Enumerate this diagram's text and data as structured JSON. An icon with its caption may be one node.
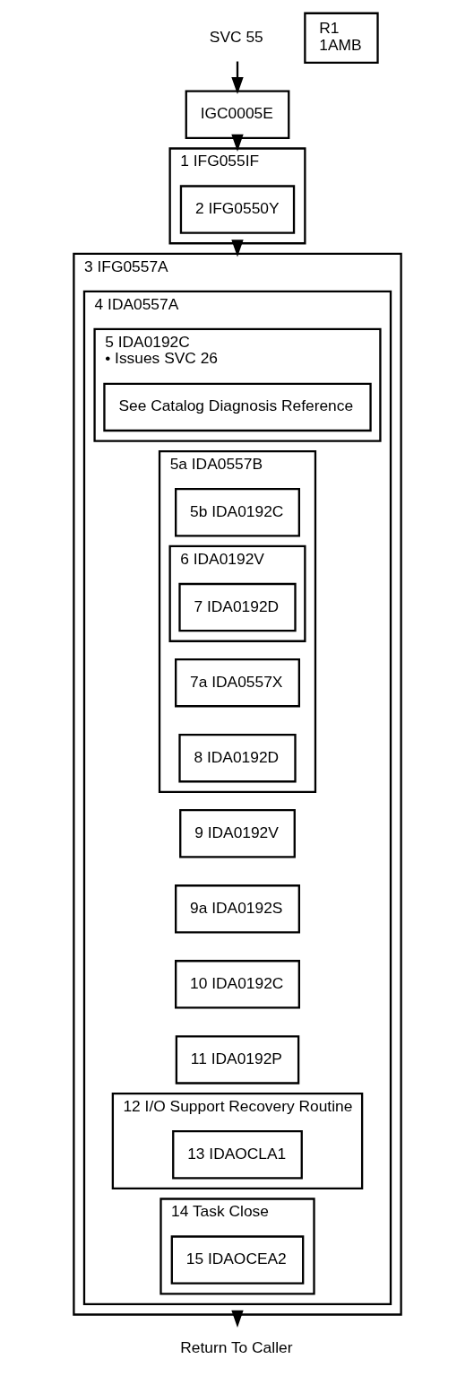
{
  "diagram": {
    "nodes": [
      {
        "text": [
          "SVC 55"
        ]
      },
      {
        "text": [
          "IGC0005E"
        ]
      },
      {
        "text": [
          "R1",
          "1AMB"
        ]
      },
      {
        "text": [
          "1 IFG055IF"
        ]
      },
      {
        "text": [
          "2 IFG0550Y"
        ],
        "in": 3
      },
      {
        "text": [
          "3 IFG0557A"
        ]
      },
      {
        "text": [
          "4 IDA0557A"
        ],
        "in": 5
      },
      {
        "text": [
          "5 IDA0192C",
          "• Issues SVC 26"
        ],
        "in": 6
      },
      {
        "text": [
          "See Catalog Diagnosis Reference"
        ],
        "in": 7
      },
      {
        "text": [
          "5a IDA0557B"
        ],
        "in": 6
      },
      {
        "text": [
          "5b IDA0192C"
        ],
        "in": 9
      },
      {
        "text": [
          "6 IDA0192V"
        ],
        "in": 9
      },
      {
        "text": [
          "7 IDA0192D"
        ],
        "in": 11
      },
      {
        "text": [
          "7a IDA0557X"
        ],
        "in": 9
      },
      {
        "text": [
          "8 IDA0192D"
        ],
        "in": 9
      },
      {
        "text": [
          "9 IDA0192V"
        ],
        "in": 6
      },
      {
        "text": [
          "9a IDA0192S"
        ],
        "in": 6
      },
      {
        "text": [
          "10 IDA0192C"
        ],
        "in": 6
      },
      {
        "text": [
          "11 IDA0192P"
        ],
        "in": 6
      },
      {
        "text": [
          "12 I/O Support Recovery Routine"
        ],
        "in": 6
      },
      {
        "text": [
          "13 IDAOCLA1"
        ],
        "in": 19
      },
      {
        "text": [
          "14 Task Close"
        ],
        "in": 6
      },
      {
        "text": [
          "15 IDAOCEA2"
        ],
        "in": 21
      },
      {
        "text": [
          "Return To Caller"
        ]
      }
    ],
    "edges": [
      {
        "from": 0,
        "to": 1,
        "arrow": "to"
      },
      {
        "from": 1,
        "to": 3,
        "arrow": "to"
      },
      {
        "from": 3,
        "to": 5,
        "arrow": "to"
      },
      {
        "from": 5,
        "to": 23,
        "arrow": "to"
      }
    ]
  }
}
